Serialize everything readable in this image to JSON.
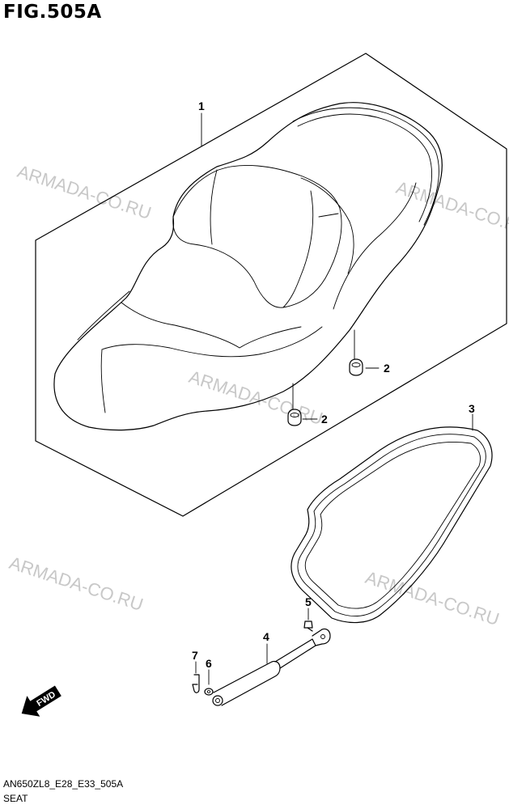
{
  "figure": {
    "title": "FIG.505A",
    "code": "AN650ZL8_E28_E33_505A",
    "name": "SEAT"
  },
  "watermark": "ARMADA-CO.RU",
  "fwd_label": "FWD",
  "parts": [
    {
      "number": "1"
    },
    {
      "number": "2"
    },
    {
      "number": "2"
    },
    {
      "number": "3"
    },
    {
      "number": "4"
    },
    {
      "number": "5"
    },
    {
      "number": "6"
    },
    {
      "number": "7"
    }
  ],
  "colors": {
    "line": "#000000",
    "watermark": "#c8c8c8",
    "background": "#ffffff"
  }
}
